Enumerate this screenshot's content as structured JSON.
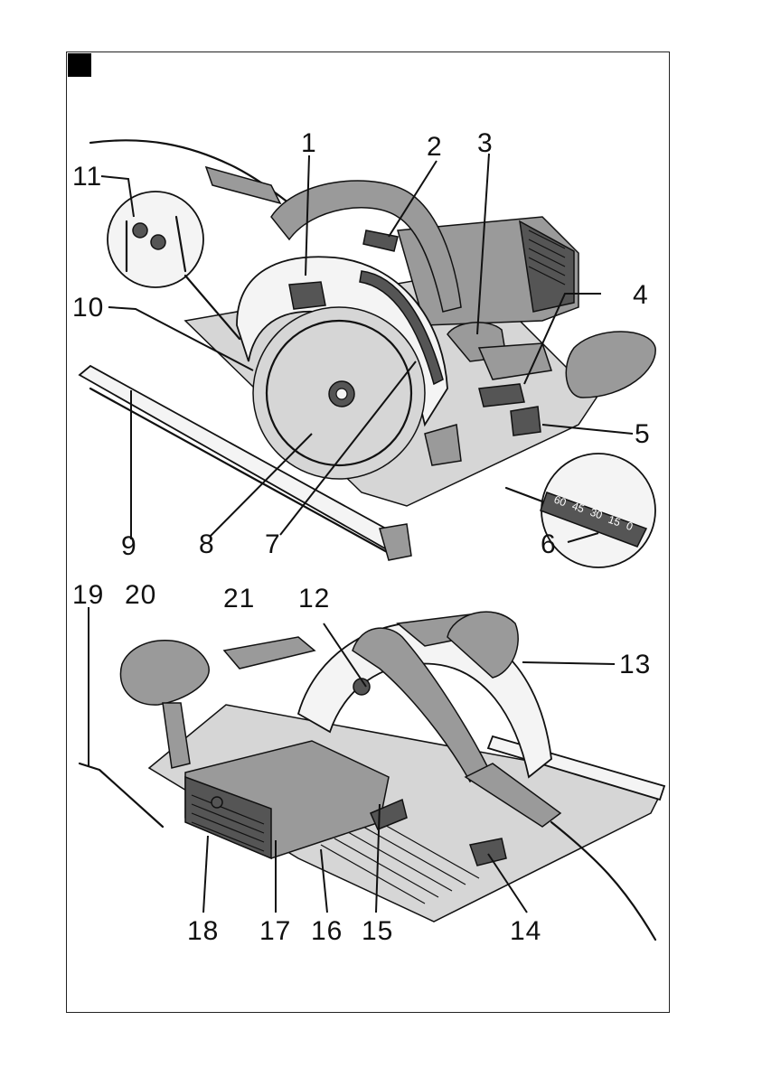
{
  "figure": {
    "badge_color": "#000000",
    "callouts": [
      {
        "id": "c1",
        "label": "1"
      },
      {
        "id": "c2",
        "label": "2"
      },
      {
        "id": "c3",
        "label": "3"
      },
      {
        "id": "c4",
        "label": "4"
      },
      {
        "id": "c5",
        "label": "5"
      },
      {
        "id": "c6",
        "label": "6"
      },
      {
        "id": "c7",
        "label": "7"
      },
      {
        "id": "c8",
        "label": "8"
      },
      {
        "id": "c9",
        "label": "9"
      },
      {
        "id": "c10",
        "label": "10"
      },
      {
        "id": "c11",
        "label": "11"
      },
      {
        "id": "c12",
        "label": "12"
      },
      {
        "id": "c13",
        "label": "13"
      },
      {
        "id": "c14",
        "label": "14"
      },
      {
        "id": "c15",
        "label": "15"
      },
      {
        "id": "c16",
        "label": "16"
      },
      {
        "id": "c17",
        "label": "17"
      },
      {
        "id": "c18",
        "label": "18"
      },
      {
        "id": "c19",
        "label": "19"
      },
      {
        "id": "c20",
        "label": "20"
      },
      {
        "id": "c21",
        "label": "21"
      }
    ],
    "scale_inset_marks": [
      "60",
      "45",
      "30",
      "15",
      "0"
    ]
  }
}
